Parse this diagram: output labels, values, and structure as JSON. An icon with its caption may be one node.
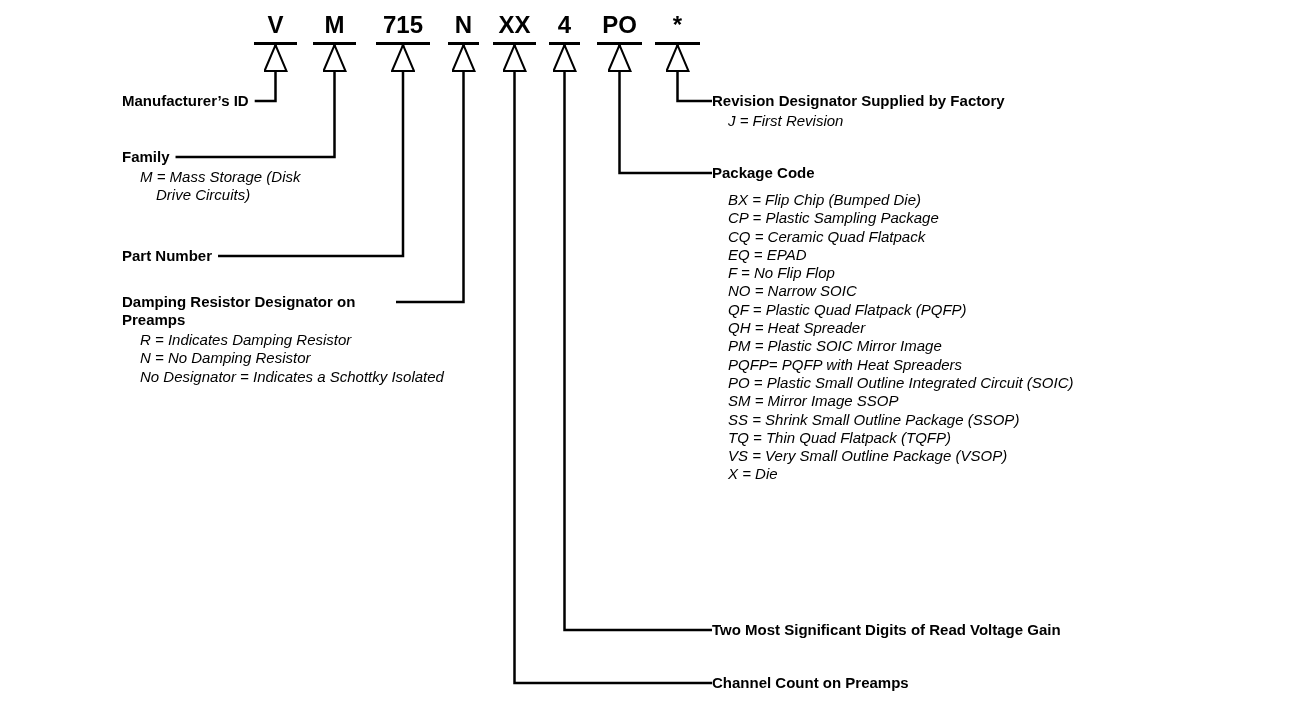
{
  "diagram": {
    "nodes": [
      {
        "text": [
          "V"
        ]
      },
      {
        "text": [
          "M"
        ]
      },
      {
        "text": [
          "715"
        ]
      },
      {
        "text": [
          "N"
        ]
      },
      {
        "text": [
          "XX"
        ]
      },
      {
        "text": [
          "4"
        ]
      },
      {
        "text": [
          "PO"
        ]
      },
      {
        "text": [
          "*"
        ]
      },
      {
        "text": [
          "Manufacturer’s ID"
        ]
      },
      {
        "text": [
          "Family",
          "M = Mass Storage (Disk Drive Circuits)"
        ]
      },
      {
        "text": [
          "Part Number"
        ]
      },
      {
        "text": [
          "Damping Resistor Designator on Preamps",
          "R = Indicates Damping Resistor",
          "N = No Damping Resistor",
          "No Designator = Indicates a Schottky Isolated"
        ]
      },
      {
        "text": [
          "Revision Designator Supplied by Factory",
          "J = First Revision"
        ]
      },
      {
        "text": [
          "Package Code",
          "BX = Flip Chip (Bumped Die)",
          "CP = Plastic Sampling Package",
          "CQ = Ceramic Quad Flatpack",
          "EQ = EPAD",
          "F = No Flip Flop",
          "NO = Narrow SOIC",
          "QF = Plastic Quad Flatpack (PQFP)",
          "QH = Heat Spreader",
          "PM = Plastic SOIC Mirror Image",
          "PQFP= PQFP with Heat Spreaders",
          "PO = Plastic Small Outline Integrated Circuit (SOIC)",
          "SM = Mirror Image SSOP",
          "SS = Shrink Small Outline Package (SSOP)",
          "TQ = Thin Quad Flatpack (TQFP)",
          "VS = Very Small Outline Package (VSOP)",
          "X = Die"
        ]
      },
      {
        "text": [
          "Two Most Significant Digits of Read Voltage Gain"
        ]
      },
      {
        "text": [
          "Channel Count on Preamps"
        ]
      }
    ],
    "edges": [
      {
        "from": 8,
        "to": 0,
        "arrow": "to"
      },
      {
        "from": 9,
        "to": 1,
        "arrow": "to"
      },
      {
        "from": 10,
        "to": 2,
        "arrow": "to"
      },
      {
        "from": 11,
        "to": 3,
        "arrow": "to"
      },
      {
        "from": 15,
        "to": 4,
        "arrow": "to"
      },
      {
        "from": 14,
        "to": 5,
        "arrow": "to"
      },
      {
        "from": 13,
        "to": 6,
        "arrow": "to"
      },
      {
        "from": 12,
        "to": 7,
        "arrow": "to"
      }
    ]
  }
}
